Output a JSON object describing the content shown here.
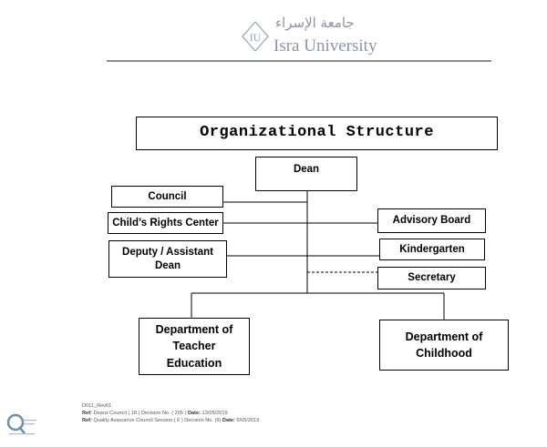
{
  "header": {
    "arabic_name": "جامعة الإسراء",
    "english_name": "Isra University",
    "emblem_letters": "IU",
    "emblem": "isra-university-emblem"
  },
  "chart": {
    "title": "Organizational Structure",
    "dean": "Dean",
    "council": "Council",
    "childs_rights_center": "Child’s Rights Center",
    "deputy_line1": "Deputy / Assistant",
    "deputy_line2": "Dean",
    "advisory_board": "Advisory Board",
    "kindergarten": "Kindergarten",
    "secretary": "Secretary",
    "dept_teacher_line1": "Department of",
    "dept_teacher_line2": "Teacher",
    "dept_teacher_line3": "Education",
    "dept_child_line1": "Department of",
    "dept_child_line2": "Childhood"
  },
  "footer": {
    "doc_code": "D011_Rev01",
    "ref1_label": "Ref:",
    "ref1_text": "Deans Council ( 18 ) Decision No. ( 205 )",
    "ref1_date_label": "Date:",
    "ref1_date": "13/05/2019",
    "ref2_label": "Ref:",
    "ref2_text": "Quality Assurance Council Session ( 6 ) Decision No. (9)",
    "ref2_date_label": "Date:",
    "ref2_date": "6/05/2019",
    "qa_logo": "quality-assurance-logo"
  },
  "colors": {
    "logo_text": "#8d94a8",
    "rule": "#8e8e8e",
    "lines": "#000000"
  }
}
